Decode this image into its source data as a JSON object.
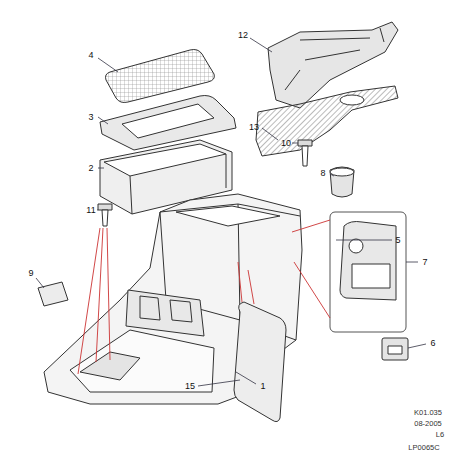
{
  "diagram": {
    "labels": [
      "12",
      "13",
      "4",
      "3",
      "10",
      "8",
      "2",
      "11",
      "9",
      "5",
      "7",
      "6",
      "1",
      "15",
      "K01.035",
      "08-2005",
      "L6",
      "LP0065C"
    ]
  }
}
